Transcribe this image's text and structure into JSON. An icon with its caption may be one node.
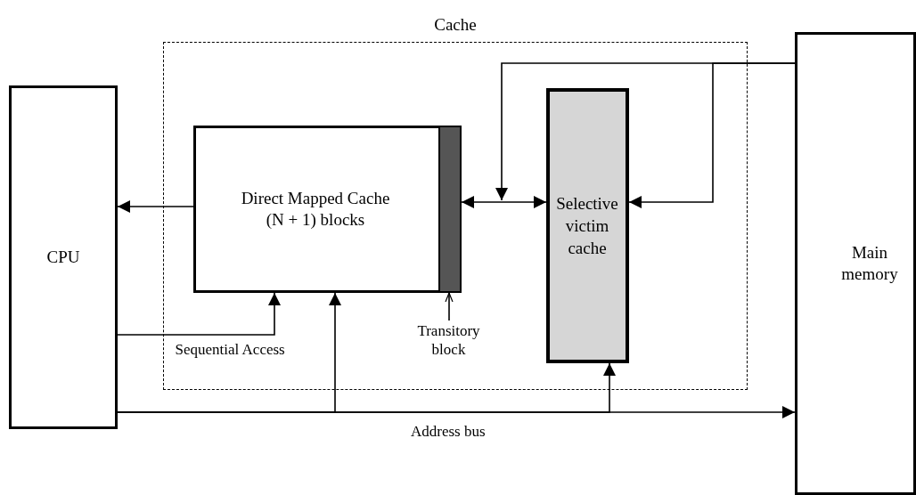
{
  "diagram": {
    "nodes": [
      {
        "text": [
          "Cache"
        ]
      },
      {
        "text": [
          "CPU"
        ]
      },
      {
        "text": [
          "Direct Mapped Cache",
          "(N + 1) blocks"
        ],
        "in": 0
      },
      {
        "text": [
          "Transitory block"
        ],
        "in": 0
      },
      {
        "text": [],
        "shape": "bar",
        "in": 2
      },
      {
        "text": [
          "Selective victim cache"
        ],
        "in": 0
      },
      {
        "text": [
          "Main memory"
        ]
      }
    ],
    "edges": [
      {
        "from": 2,
        "to": 1,
        "arrow": "to"
      },
      {
        "from": 1,
        "to": 2,
        "arrow": "to",
        "label": "Sequential Access"
      },
      {
        "from": 1,
        "to": 6,
        "arrow": "to",
        "label": "Address bus"
      },
      {
        "from": 1,
        "to": 2,
        "arrow": "to"
      },
      {
        "from": 1,
        "to": 5,
        "arrow": "to"
      },
      {
        "from": 2,
        "to": 5,
        "arrow": "both"
      },
      {
        "from": 6,
        "to": 5,
        "arrow": "to"
      },
      {
        "from": 6,
        "to": null,
        "arrow": "to"
      },
      {
        "from": 3,
        "to": 4,
        "arrow": "to"
      }
    ]
  }
}
